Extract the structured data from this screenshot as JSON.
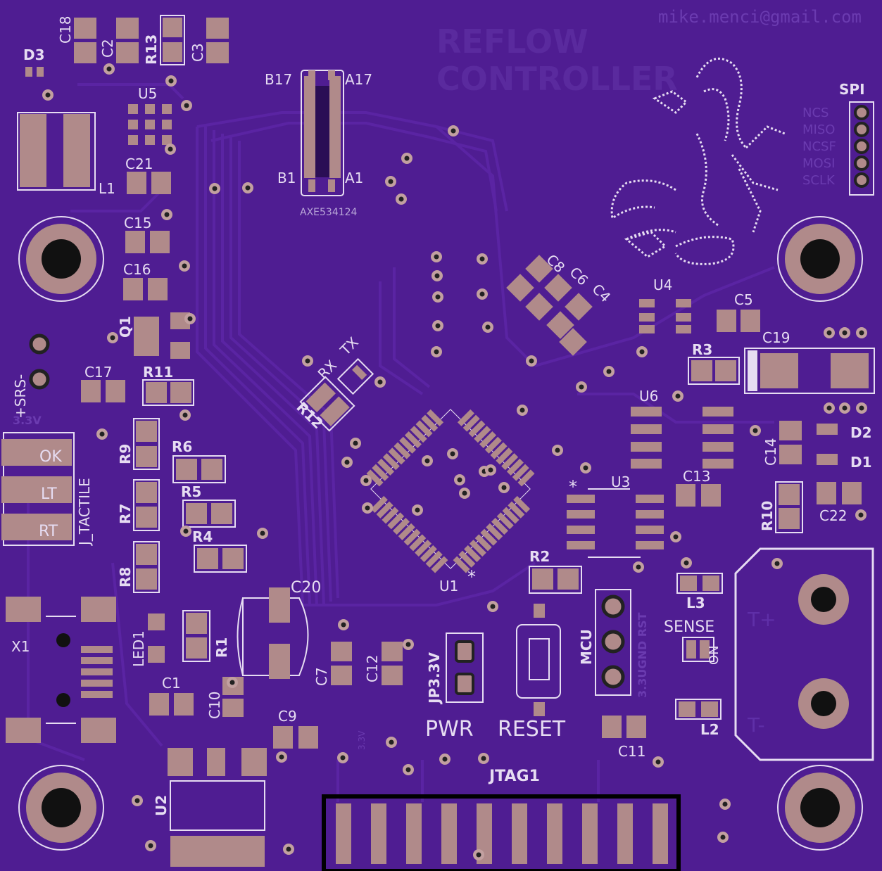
{
  "board": {
    "email": "mike.menci@gmail.com",
    "title_line1": "REFLOW",
    "title_line2": "CONTROLLER",
    "connector_label": "AXE534124",
    "colors": {
      "board": "#4f1d92",
      "silk": "#e6dcf2",
      "pad": "#b08a8a",
      "trace": "#5a24a3",
      "hole": "#111111"
    }
  },
  "labels": {
    "D3": "D3",
    "C18": "C18",
    "C2": "C2",
    "R13": "R13",
    "C3": "C3",
    "B17": "B17",
    "A17": "A17",
    "B1": "B1",
    "A1": "A1",
    "U5": "U5",
    "C21": "C21",
    "L1": "L1",
    "C15": "C15",
    "C16": "C16",
    "Q1": "Q1",
    "SPI": "SPI",
    "NCS": "NCS",
    "MISO": "MISO",
    "NCSF": "NCSF",
    "MOSI": "MOSI",
    "SCLK": "SCLK",
    "C8": "C8",
    "C6": "C6",
    "C4": "C4",
    "U4": "U4",
    "C5": "C5",
    "R3": "R3",
    "C19": "C19",
    "RX": "RX",
    "TX": "TX",
    "R12": "R12",
    "SRS": "+SRS-",
    "V33": "3.3V",
    "C17": "C17",
    "R11": "R11",
    "OK": "OK",
    "LT": "LT",
    "RT": "RT",
    "J_TACTILE": "J_TACTILE",
    "R9": "R9",
    "R6": "R6",
    "R7": "R7",
    "R5": "R5",
    "R4": "R4",
    "R8": "R8",
    "U6": "U6",
    "C14": "C14",
    "D2": "D2",
    "D1": "D1",
    "U3": "U3",
    "C13": "C13",
    "R10": "R10",
    "C22": "C22",
    "U1": "U1",
    "R2": "R2",
    "L3": "L3",
    "SENSE": "SENSE",
    "ON": "ON",
    "Tplus": "T+",
    "Tminus": "T-",
    "L2": "L2",
    "C20": "C20",
    "R1": "R1",
    "LED1": "LED1",
    "X1": "X1",
    "C1": "C1",
    "C10": "C10",
    "C7": "C7",
    "C12": "C12",
    "JP33V": "JP3.3V",
    "MCU": "MCU",
    "GND_RST": "3.3UGND RST",
    "PWR": "PWR",
    "RESET": "RESET",
    "C9": "C9",
    "C11": "C11",
    "JTAG1": "JTAG1",
    "U2": "U2",
    "V33_small": "3.3V"
  }
}
